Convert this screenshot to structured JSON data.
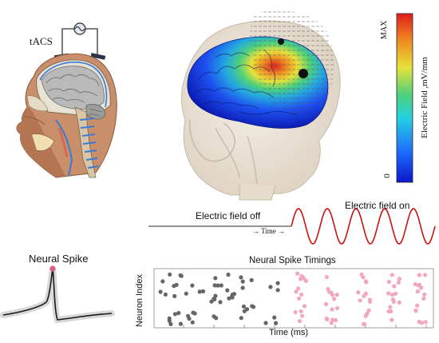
{
  "stimulation": {
    "tacs_label": "tACS",
    "source_icon": "ac-source-icon"
  },
  "colorbar": {
    "max_label": "MAX",
    "min_label": "0",
    "title": "Electric Field ,mV/mm",
    "colors": [
      "#0a18c8",
      "#1e6cff",
      "#24d0e0",
      "#4ed17a",
      "#e6e23a",
      "#f08a22",
      "#e01e1e"
    ]
  },
  "field_timeline": {
    "off_label": "Electric field off",
    "on_label": "Electric field on",
    "time_arrow_label": "→ Time →",
    "baseline_color": "#555555",
    "wave_color": "#cc1111"
  },
  "neural_spike": {
    "title": "Neural Spike",
    "trace_color": "#1a1a1a",
    "peak_color": "#e05a8a"
  },
  "raster": {
    "title": "Neural Spike Timings",
    "ylabel": "Neuron Index",
    "xlabel": "Time (ms)",
    "off_color": "#666666",
    "on_color": "#f2a6c4"
  }
}
